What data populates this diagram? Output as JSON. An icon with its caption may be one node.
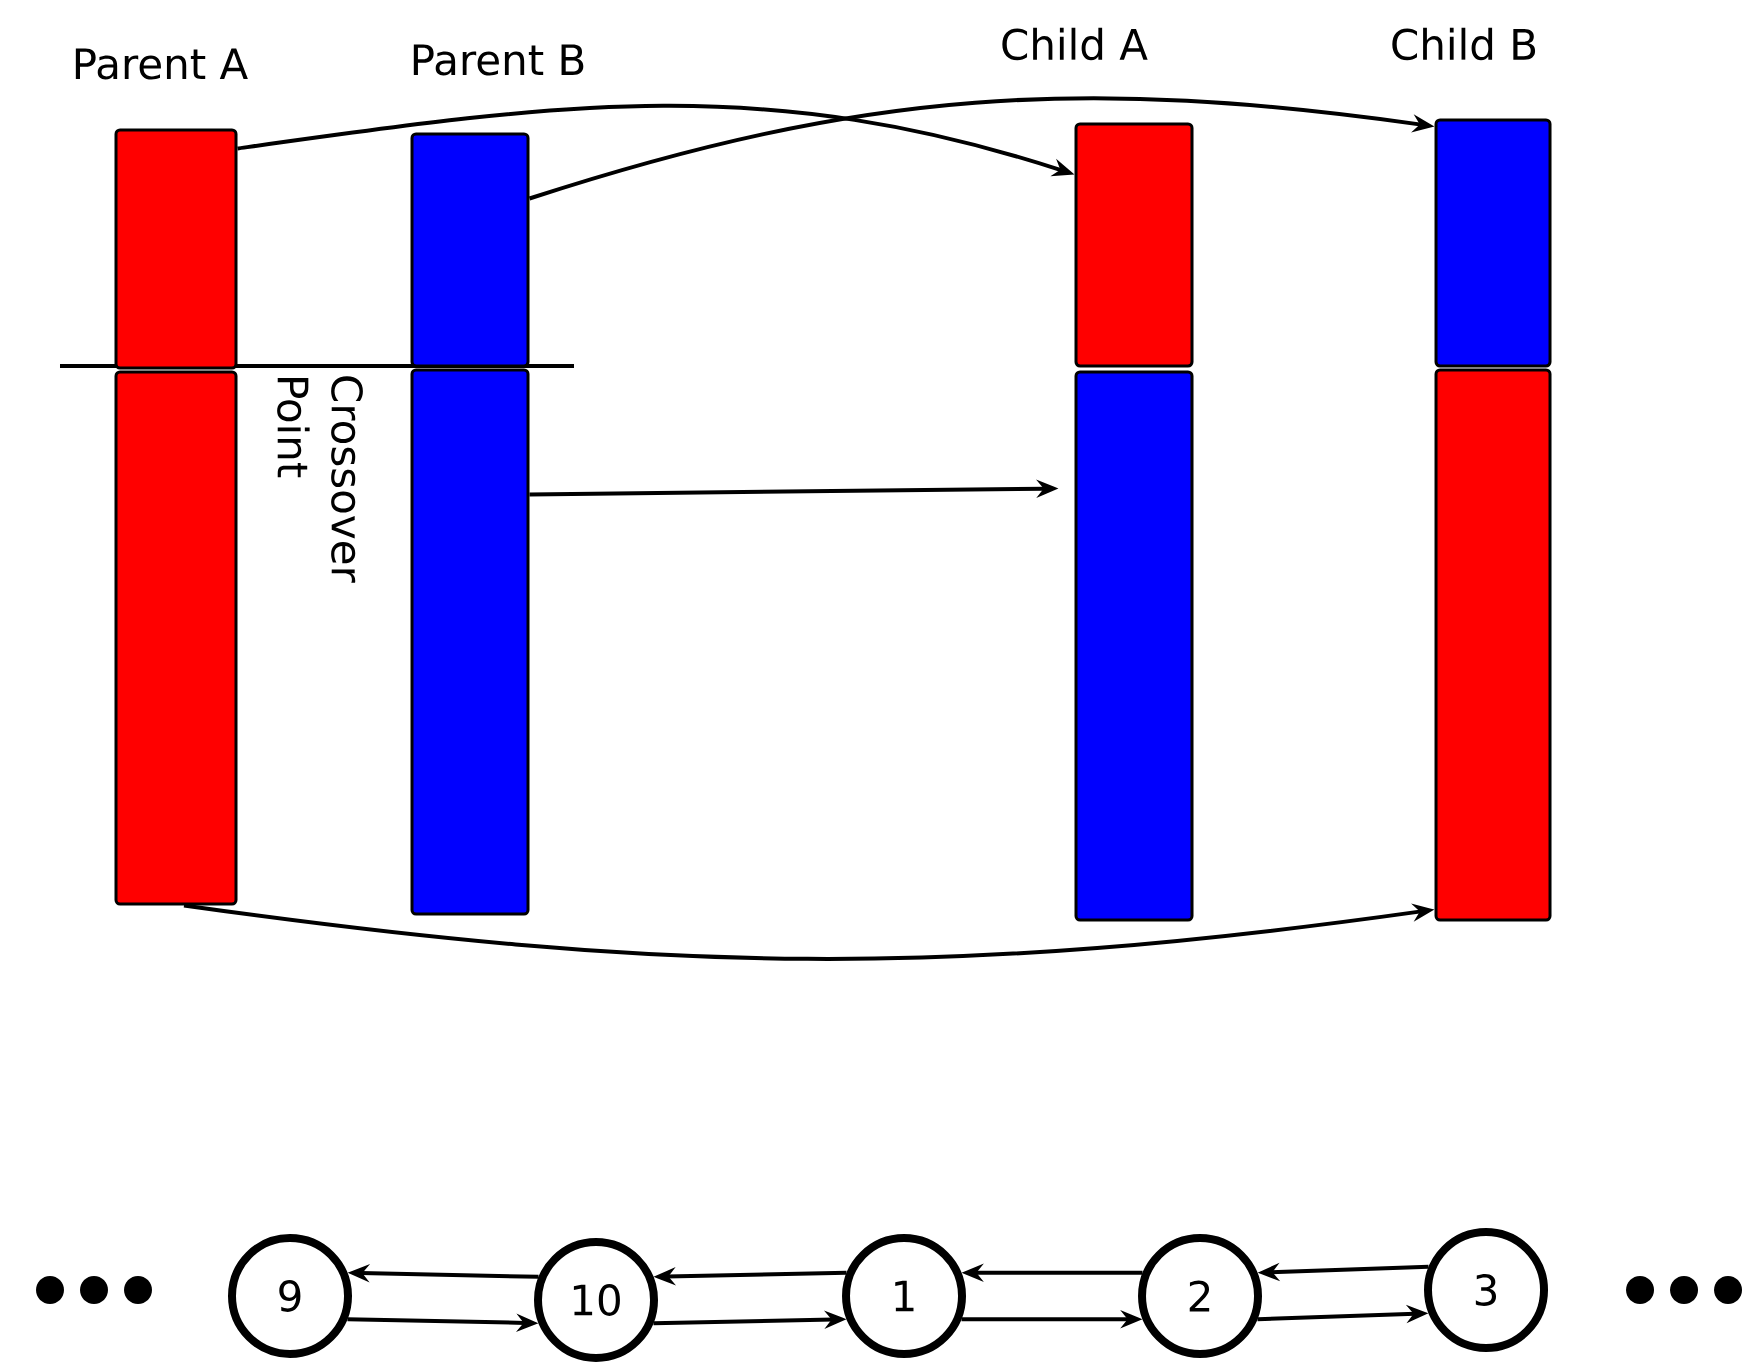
{
  "diagram": {
    "nodes": [
      {
        "text": [
          "Parent A"
        ]
      },
      {
        "text": [],
        "shape": "bar"
      },
      {
        "text": [
          "Parent B"
        ]
      },
      {
        "text": [],
        "shape": "bar"
      },
      {
        "text": [
          "Child A"
        ]
      },
      {
        "text": [],
        "shape": "bar"
      },
      {
        "text": [
          "Child B"
        ]
      },
      {
        "text": [],
        "shape": "bar"
      },
      {
        "text": [
          "9"
        ]
      },
      {
        "text": [
          "10"
        ]
      },
      {
        "text": [
          "1"
        ]
      },
      {
        "text": [
          "2"
        ]
      },
      {
        "text": [
          "3"
        ]
      }
    ],
    "edges": [
      {
        "from": 0,
        "to": 4,
        "arrow": "to"
      },
      {
        "from": 2,
        "to": 6,
        "arrow": "to"
      },
      {
        "from": 3,
        "to": 5,
        "arrow": "to"
      },
      {
        "from": 1,
        "to": 7,
        "arrow": "to"
      },
      {
        "from": 9,
        "to": 8,
        "arrow": "to"
      },
      {
        "from": 8,
        "to": 9,
        "arrow": "to"
      },
      {
        "from": 10,
        "to": 9,
        "arrow": "to"
      },
      {
        "from": 9,
        "to": 10,
        "arrow": "to"
      },
      {
        "from": 11,
        "to": 10,
        "arrow": "to"
      },
      {
        "from": 10,
        "to": 11,
        "arrow": "to"
      },
      {
        "from": 12,
        "to": 11,
        "arrow": "to"
      },
      {
        "from": 11,
        "to": 12,
        "arrow": "to"
      }
    ],
    "labels": [
      "Crossover Point"
    ]
  }
}
